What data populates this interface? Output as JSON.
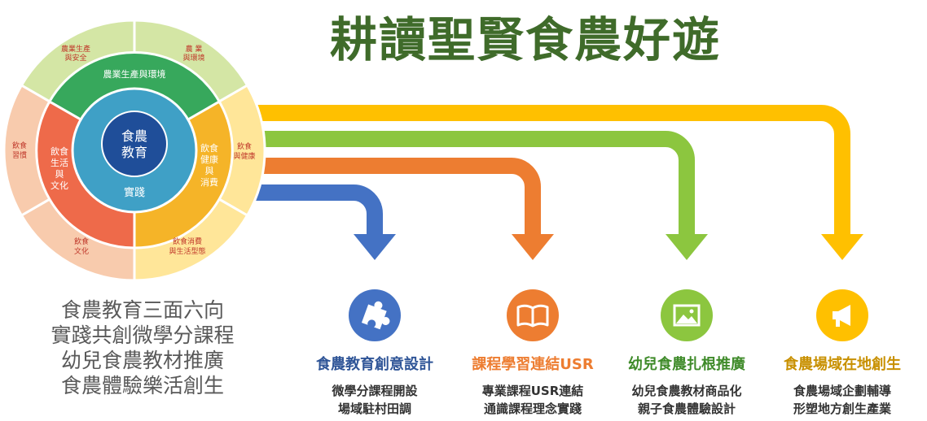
{
  "title": "耕讀聖賢食農好遊",
  "wheel": {
    "core": [
      "食農",
      "教育"
    ],
    "core_sub": "實踐",
    "middle": {
      "top": "農業生產與環境",
      "right": [
        "飲食",
        "健康",
        "與",
        "消費"
      ],
      "left": [
        "飲食",
        "生活",
        "與",
        "文化"
      ]
    },
    "outer": {
      "top_left": [
        "農業生產",
        "與安全"
      ],
      "top_right": [
        "農 業",
        "與環境"
      ],
      "right": [
        "飲食",
        "與健康"
      ],
      "bottom_right": [
        "飲食消費",
        "與生活型態"
      ],
      "bottom_left": [
        "飲食",
        "文化"
      ],
      "left": [
        "飲食",
        "習慣"
      ]
    }
  },
  "summary": [
    "食農教育三面六向",
    "實踐共創微學分課程",
    "幼兒食農教材推廣",
    "食農體驗樂活創生"
  ],
  "colors": {
    "title": "#3f6b2a",
    "blue": "#4472c4",
    "orange": "#ed7d31",
    "green": "#8cc63f",
    "yellow": "#ffc000",
    "core": "#1f4e99",
    "inner_ring": "#3fa0c6"
  },
  "cards": [
    {
      "icon": "puzzle-icon",
      "title": "食農教育創意設計",
      "lines": [
        "微學分課程開設",
        "場域駐村田調"
      ],
      "color": "#2f5597"
    },
    {
      "icon": "book-icon",
      "title": "課程學習連結USR",
      "lines": [
        "專業課程USR連結",
        "通識課程理念實踐"
      ],
      "color": "#ed7d31"
    },
    {
      "icon": "picture-icon",
      "title": "幼兒食農扎根推廣",
      "lines": [
        "幼兒食農教材商品化",
        "親子食農體驗設計"
      ],
      "color": "#3f8b2a"
    },
    {
      "icon": "megaphone-icon",
      "title": "食農場域在地創生",
      "lines": [
        "食農場域企劃輔導",
        "形塑地方創生產業"
      ],
      "color": "#c89000"
    }
  ]
}
